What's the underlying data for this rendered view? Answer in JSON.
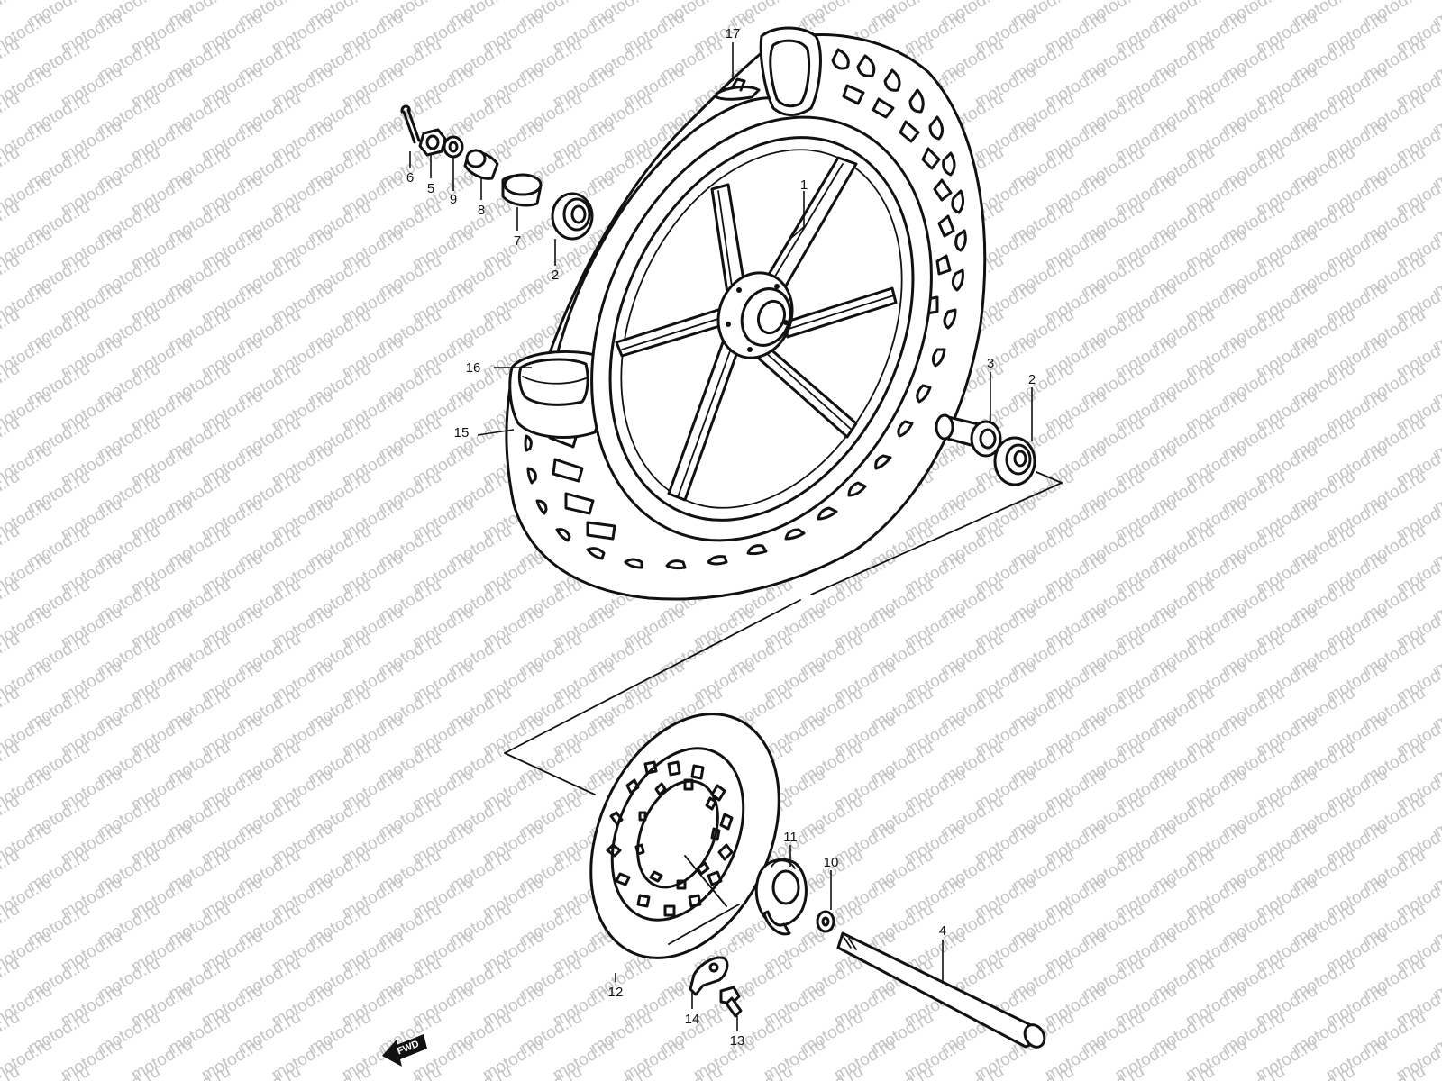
{
  "watermark": "motod.ru",
  "fwd_label": "FWD",
  "callouts": [
    {
      "id": "1",
      "text": "1"
    },
    {
      "id": "2a",
      "text": "2"
    },
    {
      "id": "2b",
      "text": "2"
    },
    {
      "id": "3",
      "text": "3"
    },
    {
      "id": "4",
      "text": "4"
    },
    {
      "id": "5",
      "text": "5"
    },
    {
      "id": "6",
      "text": "6"
    },
    {
      "id": "7",
      "text": "7"
    },
    {
      "id": "8",
      "text": "8"
    },
    {
      "id": "9",
      "text": "9"
    },
    {
      "id": "10",
      "text": "10"
    },
    {
      "id": "11",
      "text": "11"
    },
    {
      "id": "12",
      "text": "12"
    },
    {
      "id": "13",
      "text": "13"
    },
    {
      "id": "14",
      "text": "14"
    },
    {
      "id": "15",
      "text": "15"
    },
    {
      "id": "16",
      "text": "16"
    },
    {
      "id": "17",
      "text": "17"
    }
  ]
}
